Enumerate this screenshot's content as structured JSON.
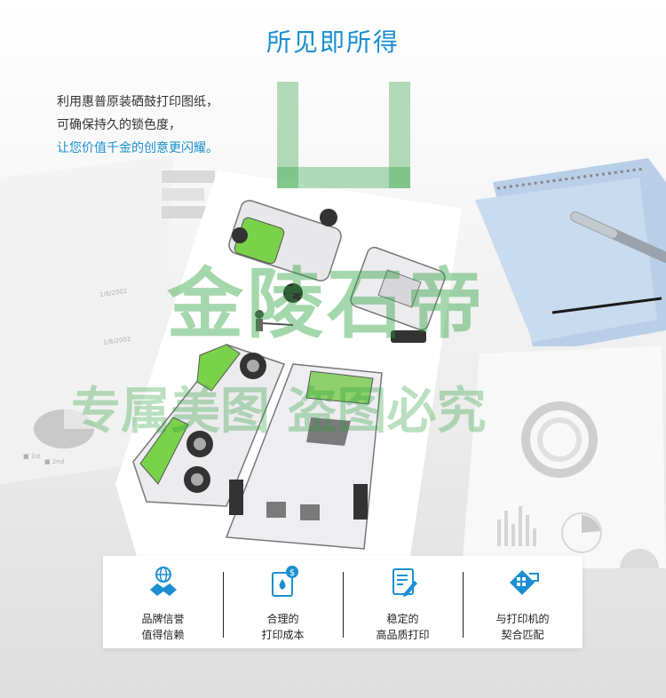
{
  "title": "所见即所得",
  "intro": {
    "line1": "利用惠普原装硒鼓打印图纸，",
    "line2": "可确保持久的锁色度，",
    "line3": "让您价值千金的创意更闪耀。"
  },
  "watermark": {
    "logo": "金陵石帝",
    "slogan": "专属美图 盗图必究"
  },
  "chart_marks": {
    "date_1": "1/8/2002",
    "date_2": "1/8/2002",
    "legend_1": "1st",
    "legend_2": "2nd"
  },
  "features": [
    {
      "icon": "globe-handshake-icon",
      "line1": "品牌信誉",
      "line2": "值得信赖"
    },
    {
      "icon": "cost-document-icon",
      "line1": "合理的",
      "line2": "打印成本"
    },
    {
      "icon": "quality-print-icon",
      "line1": "稳定的",
      "line2": "高品质打印"
    },
    {
      "icon": "printer-compatible-icon",
      "line1": "与打印机的",
      "line2": "契合匹配"
    }
  ],
  "colors": {
    "accent": "#1b8fd1",
    "vehicle_green": "#7ad14a",
    "watermark_green": "#28a03c"
  }
}
